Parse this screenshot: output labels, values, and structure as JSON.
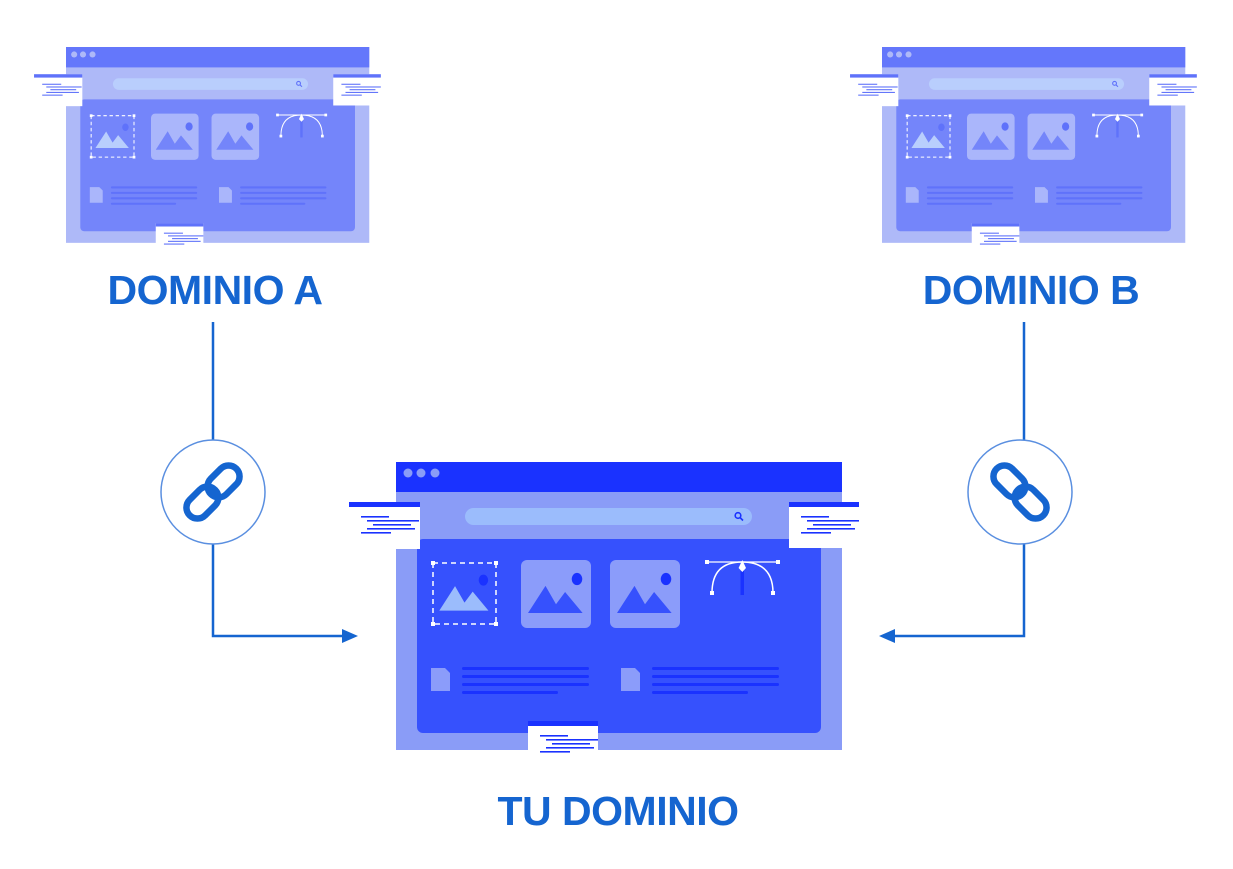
{
  "labels": {
    "domain_a": "DOMINIO A",
    "domain_b": "DOMINIO B",
    "your_domain": "TU DOMINIO"
  },
  "icons": {
    "link": "chain-link-icon",
    "arrow": "arrow-right-icon",
    "browser": "browser-window-icon"
  },
  "colors": {
    "label": "#1565d0",
    "connector": "#1565d0",
    "circle_stroke": "#5a8fe0",
    "main_palette": {
      "top": "#1a32ff",
      "body": "#8a9cf7",
      "search": "#9bbcfc",
      "panel": "#3651fd",
      "tile": "#8b9cfa",
      "accent": "#1a32ff",
      "light": "#9bbcfc",
      "dot": "#8a9cf7"
    },
    "faded_palette": {
      "top": "#6477fb",
      "body": "#aeb9f8",
      "search": "#b9cefd",
      "panel": "#7485fa",
      "tile": "#aab6fb",
      "accent": "#5f72fa",
      "light": "#b9cefd",
      "dot": "#aeb9f8"
    }
  }
}
